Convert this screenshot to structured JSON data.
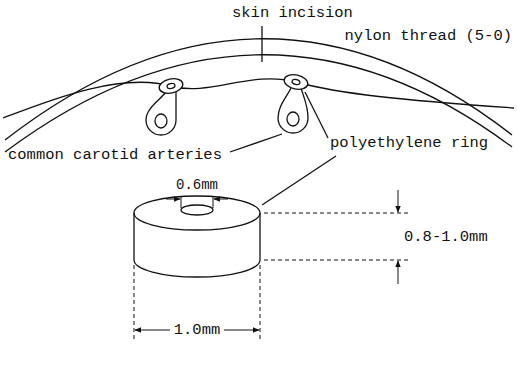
{
  "diagram": {
    "labels": [
      "skin incision",
      "nylon thread (5-0)",
      "common carotid arteries",
      "polyethylene ring",
      "0.6mm",
      "0.8-1.0mm",
      "1.0mm"
    ]
  }
}
